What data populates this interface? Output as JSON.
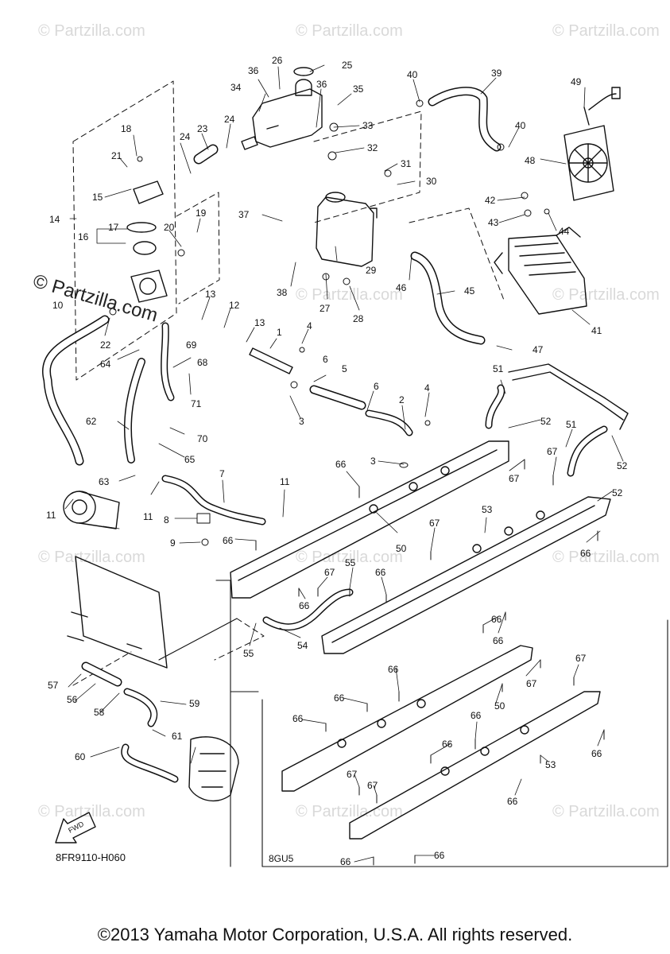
{
  "watermark": "© Partzilla.com",
  "diagram_code": "8FR9110-H060",
  "variant_label": "8GU5",
  "fwd_label": "FWD",
  "copyright": "©2013 Yamaha Motor Corporation, U.S.A. All rights reserved.",
  "callouts": {
    "c1": "1",
    "c2": "2",
    "c3": "3",
    "c4": "4",
    "c5": "5",
    "c6": "6",
    "c7": "7",
    "c8": "8",
    "c9": "9",
    "c10": "10",
    "c11": "11",
    "c12": "12",
    "c13": "13",
    "c14": "14",
    "c15": "15",
    "c16": "16",
    "c17": "17",
    "c18": "18",
    "c19": "19",
    "c20": "20",
    "c21": "21",
    "c22": "22",
    "c23": "23",
    "c24": "24",
    "c25": "25",
    "c26": "26",
    "c27": "27",
    "c28": "28",
    "c29": "29",
    "c30": "30",
    "c31": "31",
    "c32": "32",
    "c33": "33",
    "c34": "34",
    "c35": "35",
    "c36": "36",
    "c37": "37",
    "c38": "38",
    "c39": "39",
    "c40": "40",
    "c41": "41",
    "c42": "42",
    "c43": "43",
    "c44": "44",
    "c45": "45",
    "c46": "46",
    "c47": "47",
    "c48": "48",
    "c49": "49",
    "c50": "50",
    "c51": "51",
    "c52": "52",
    "c53": "53",
    "c54": "54",
    "c55": "55",
    "c56": "56",
    "c57": "57",
    "c58": "58",
    "c59": "59",
    "c60": "60",
    "c61": "61",
    "c62": "62",
    "c63": "63",
    "c64": "64",
    "c65": "65",
    "c66": "66",
    "c67": "67",
    "c68": "68",
    "c69": "69",
    "c70": "70",
    "c71": "71"
  }
}
